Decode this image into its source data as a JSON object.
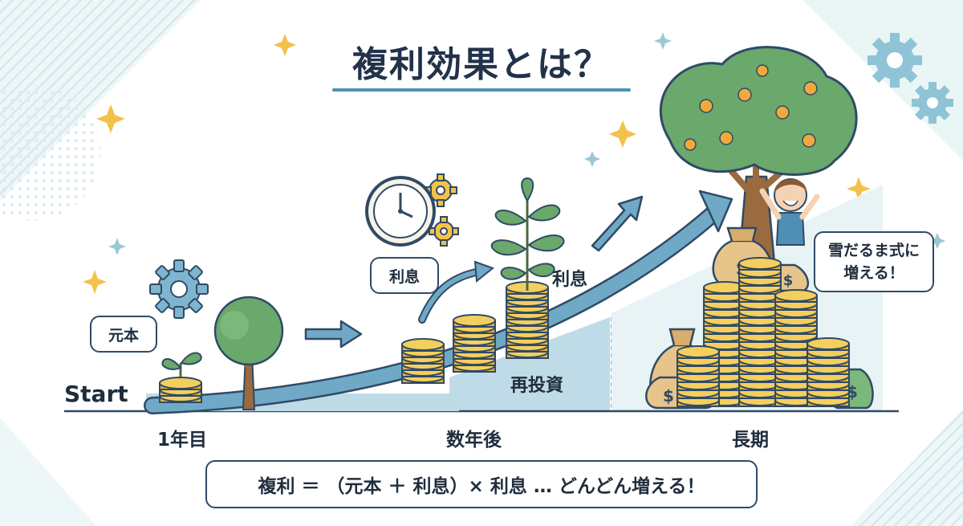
{
  "title": "複利効果とは？",
  "labels": {
    "start": "Start",
    "principal": "元本",
    "interest_bubble": "利息",
    "interest": "利息",
    "reinvest": "再投資",
    "snowball": [
      "雪だるま式に",
      "増える！"
    ]
  },
  "stages": [
    "1年目",
    "数年後",
    "長期"
  ],
  "formula": "複利 ＝ （元本 ＋ 利息）× 利息 … どんどん増える！",
  "colors": {
    "accent": "#4f8fb5",
    "coin": "#f2c24b",
    "leaf": "#6aa86b",
    "outline": "#2f4a66"
  }
}
